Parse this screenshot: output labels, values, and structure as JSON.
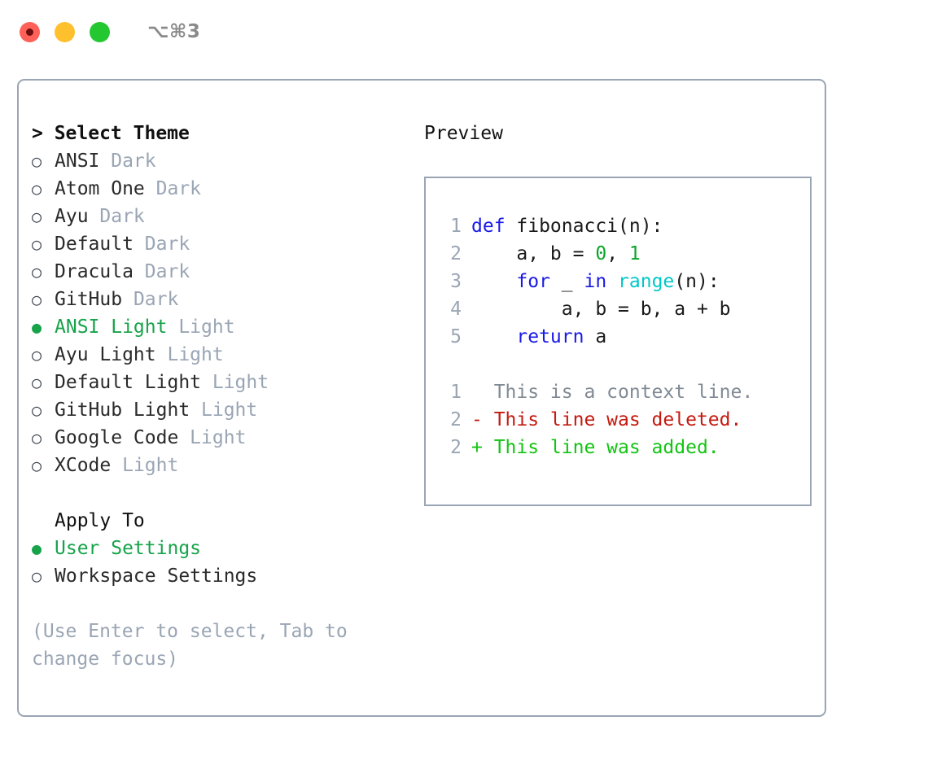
{
  "titlebar": {
    "shortcut": "⌥⌘3",
    "buttons": [
      {
        "name": "close-button",
        "color": "#ff6058"
      },
      {
        "name": "minimize-button",
        "color": "#ffc02e"
      },
      {
        "name": "zoom-button",
        "color": "#23c831"
      }
    ]
  },
  "theme_panel": {
    "header": "> Select Theme",
    "bullet_selected": "●",
    "bullet_unselected": "○",
    "options": [
      {
        "label": "ANSI",
        "tag": "Dark",
        "selected": false
      },
      {
        "label": "Atom One",
        "tag": "Dark",
        "selected": false
      },
      {
        "label": "Ayu",
        "tag": "Dark",
        "selected": false
      },
      {
        "label": "Default",
        "tag": "Dark",
        "selected": false
      },
      {
        "label": "Dracula",
        "tag": "Dark",
        "selected": false
      },
      {
        "label": "GitHub",
        "tag": "Dark",
        "selected": false
      },
      {
        "label": "ANSI Light",
        "tag": "Light",
        "selected": true
      },
      {
        "label": "Ayu Light",
        "tag": "Light",
        "selected": false
      },
      {
        "label": "Default Light",
        "tag": "Light",
        "selected": false
      },
      {
        "label": "GitHub Light",
        "tag": "Light",
        "selected": false
      },
      {
        "label": "Google Code",
        "tag": "Light",
        "selected": false
      },
      {
        "label": "XCode",
        "tag": "Light",
        "selected": false
      }
    ]
  },
  "apply_to": {
    "header": "Apply To",
    "options": [
      {
        "label": "User Settings",
        "selected": true
      },
      {
        "label": "Workspace Settings",
        "selected": false
      }
    ]
  },
  "hint": "(Use Enter to select, Tab to change focus)",
  "preview": {
    "header": "Preview",
    "code_lines": [
      {
        "num": "1",
        "tokens": [
          {
            "t": "def ",
            "c": "tok-kw"
          },
          {
            "t": "fibonacci(n):",
            "c": "tok-txt"
          }
        ]
      },
      {
        "num": "2",
        "tokens": [
          {
            "t": "    a, b = ",
            "c": "tok-txt"
          },
          {
            "t": "0",
            "c": "tok-num"
          },
          {
            "t": ", ",
            "c": "tok-txt"
          },
          {
            "t": "1",
            "c": "tok-num"
          }
        ]
      },
      {
        "num": "3",
        "tokens": [
          {
            "t": "    ",
            "c": "tok-txt"
          },
          {
            "t": "for",
            "c": "tok-kw"
          },
          {
            "t": " _ ",
            "c": "tok-txt"
          },
          {
            "t": "in",
            "c": "tok-kw"
          },
          {
            "t": " ",
            "c": "tok-txt"
          },
          {
            "t": "range",
            "c": "tok-fn"
          },
          {
            "t": "(n):",
            "c": "tok-txt"
          }
        ]
      },
      {
        "num": "4",
        "tokens": [
          {
            "t": "        a, b = b, a + b",
            "c": "tok-txt"
          }
        ]
      },
      {
        "num": "5",
        "tokens": [
          {
            "t": "    ",
            "c": "tok-txt"
          },
          {
            "t": "return",
            "c": "tok-kw"
          },
          {
            "t": " a",
            "c": "tok-txt"
          }
        ]
      }
    ],
    "diff_lines": [
      {
        "num": "1",
        "tokens": [
          {
            "t": "  This is a context line.",
            "c": "tok-ctx"
          }
        ]
      },
      {
        "num": "2",
        "tokens": [
          {
            "t": "- This line was deleted.",
            "c": "tok-del"
          }
        ]
      },
      {
        "num": "2",
        "tokens": [
          {
            "t": "+ This line was added.",
            "c": "tok-add"
          }
        ]
      }
    ]
  },
  "colors": {
    "accent_green": "#16a34a",
    "border": "#9aa5b4",
    "muted": "#9aa5b4",
    "keyword": "#1a1ae6",
    "function": "#00c8c8",
    "number": "#0aa62a",
    "diff_deleted": "#c41a10",
    "diff_added": "#12c412"
  }
}
